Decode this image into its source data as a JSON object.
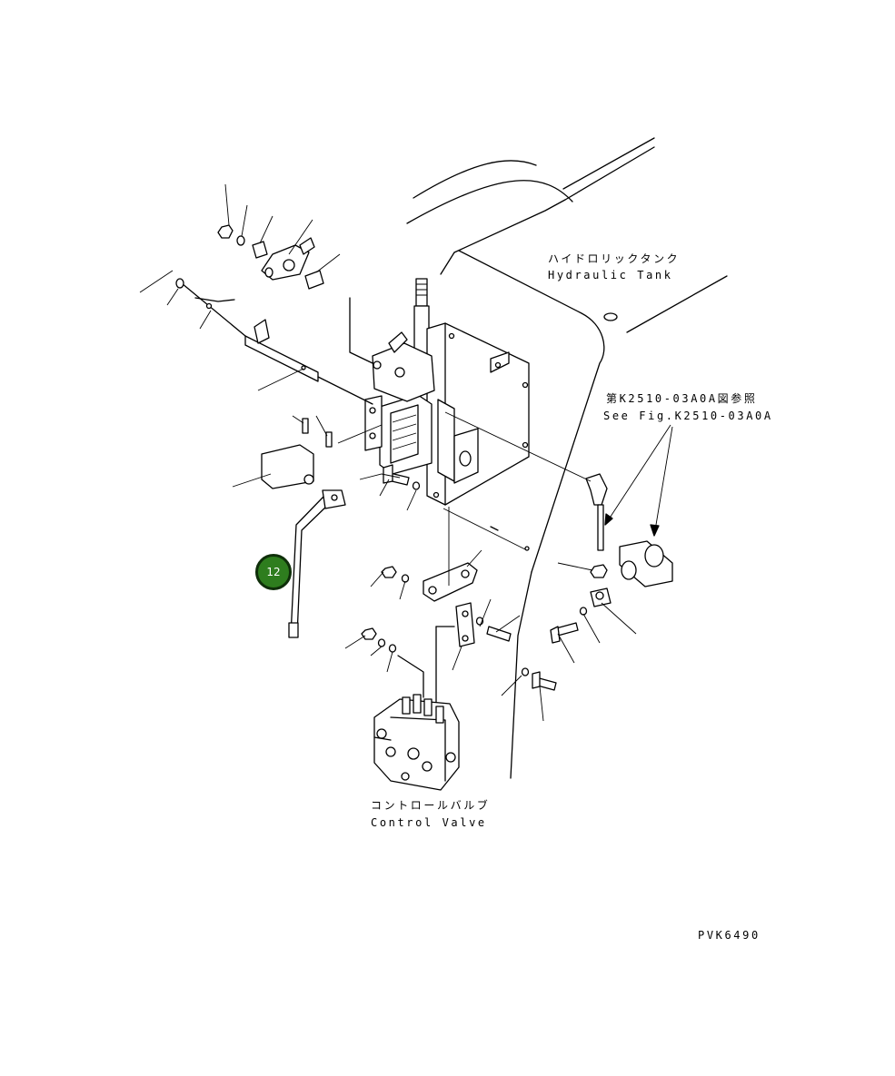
{
  "labels": {
    "hydraulic_tank_jp": "ハイドロリックタンク",
    "hydraulic_tank_en": "Hydraulic Tank",
    "see_fig_jp": "第K2510-03A0A図参照",
    "see_fig_en": "See Fig.K2510-03A0A",
    "control_valve_jp": "コントロールバルブ",
    "control_valve_en": "Control Valve",
    "drawing_number": "PVK6490"
  },
  "callouts": [
    {
      "number": "12",
      "color": "#2e7d1e"
    }
  ]
}
